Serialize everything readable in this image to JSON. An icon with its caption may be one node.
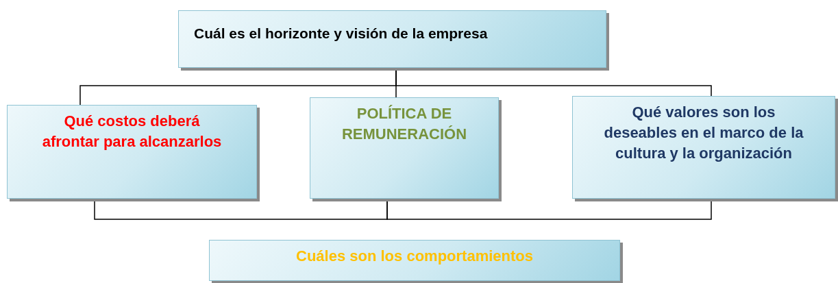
{
  "diagram": {
    "nodes": [
      {
        "text": [
          "Cuál es el horizonte y visión de la empresa"
        ]
      },
      {
        "text": [
          "Qué costos deberá afrontar para alcanzarlos"
        ]
      },
      {
        "text": [
          "POLÍTICA DE REMUNERACIÓN"
        ]
      },
      {
        "text": [
          "Qué valores son los deseables en el marco de la cultura y la organización"
        ]
      },
      {
        "text": [
          "Cuáles son los comportamientos"
        ]
      }
    ],
    "edges": [
      {
        "from": 0,
        "to": 1,
        "arrow": "none"
      },
      {
        "from": 0,
        "to": 2,
        "arrow": "none"
      },
      {
        "from": 0,
        "to": 3,
        "arrow": "none"
      },
      {
        "from": 1,
        "to": 2,
        "arrow": "none"
      },
      {
        "from": 2,
        "to": 3,
        "arrow": "none"
      }
    ]
  }
}
